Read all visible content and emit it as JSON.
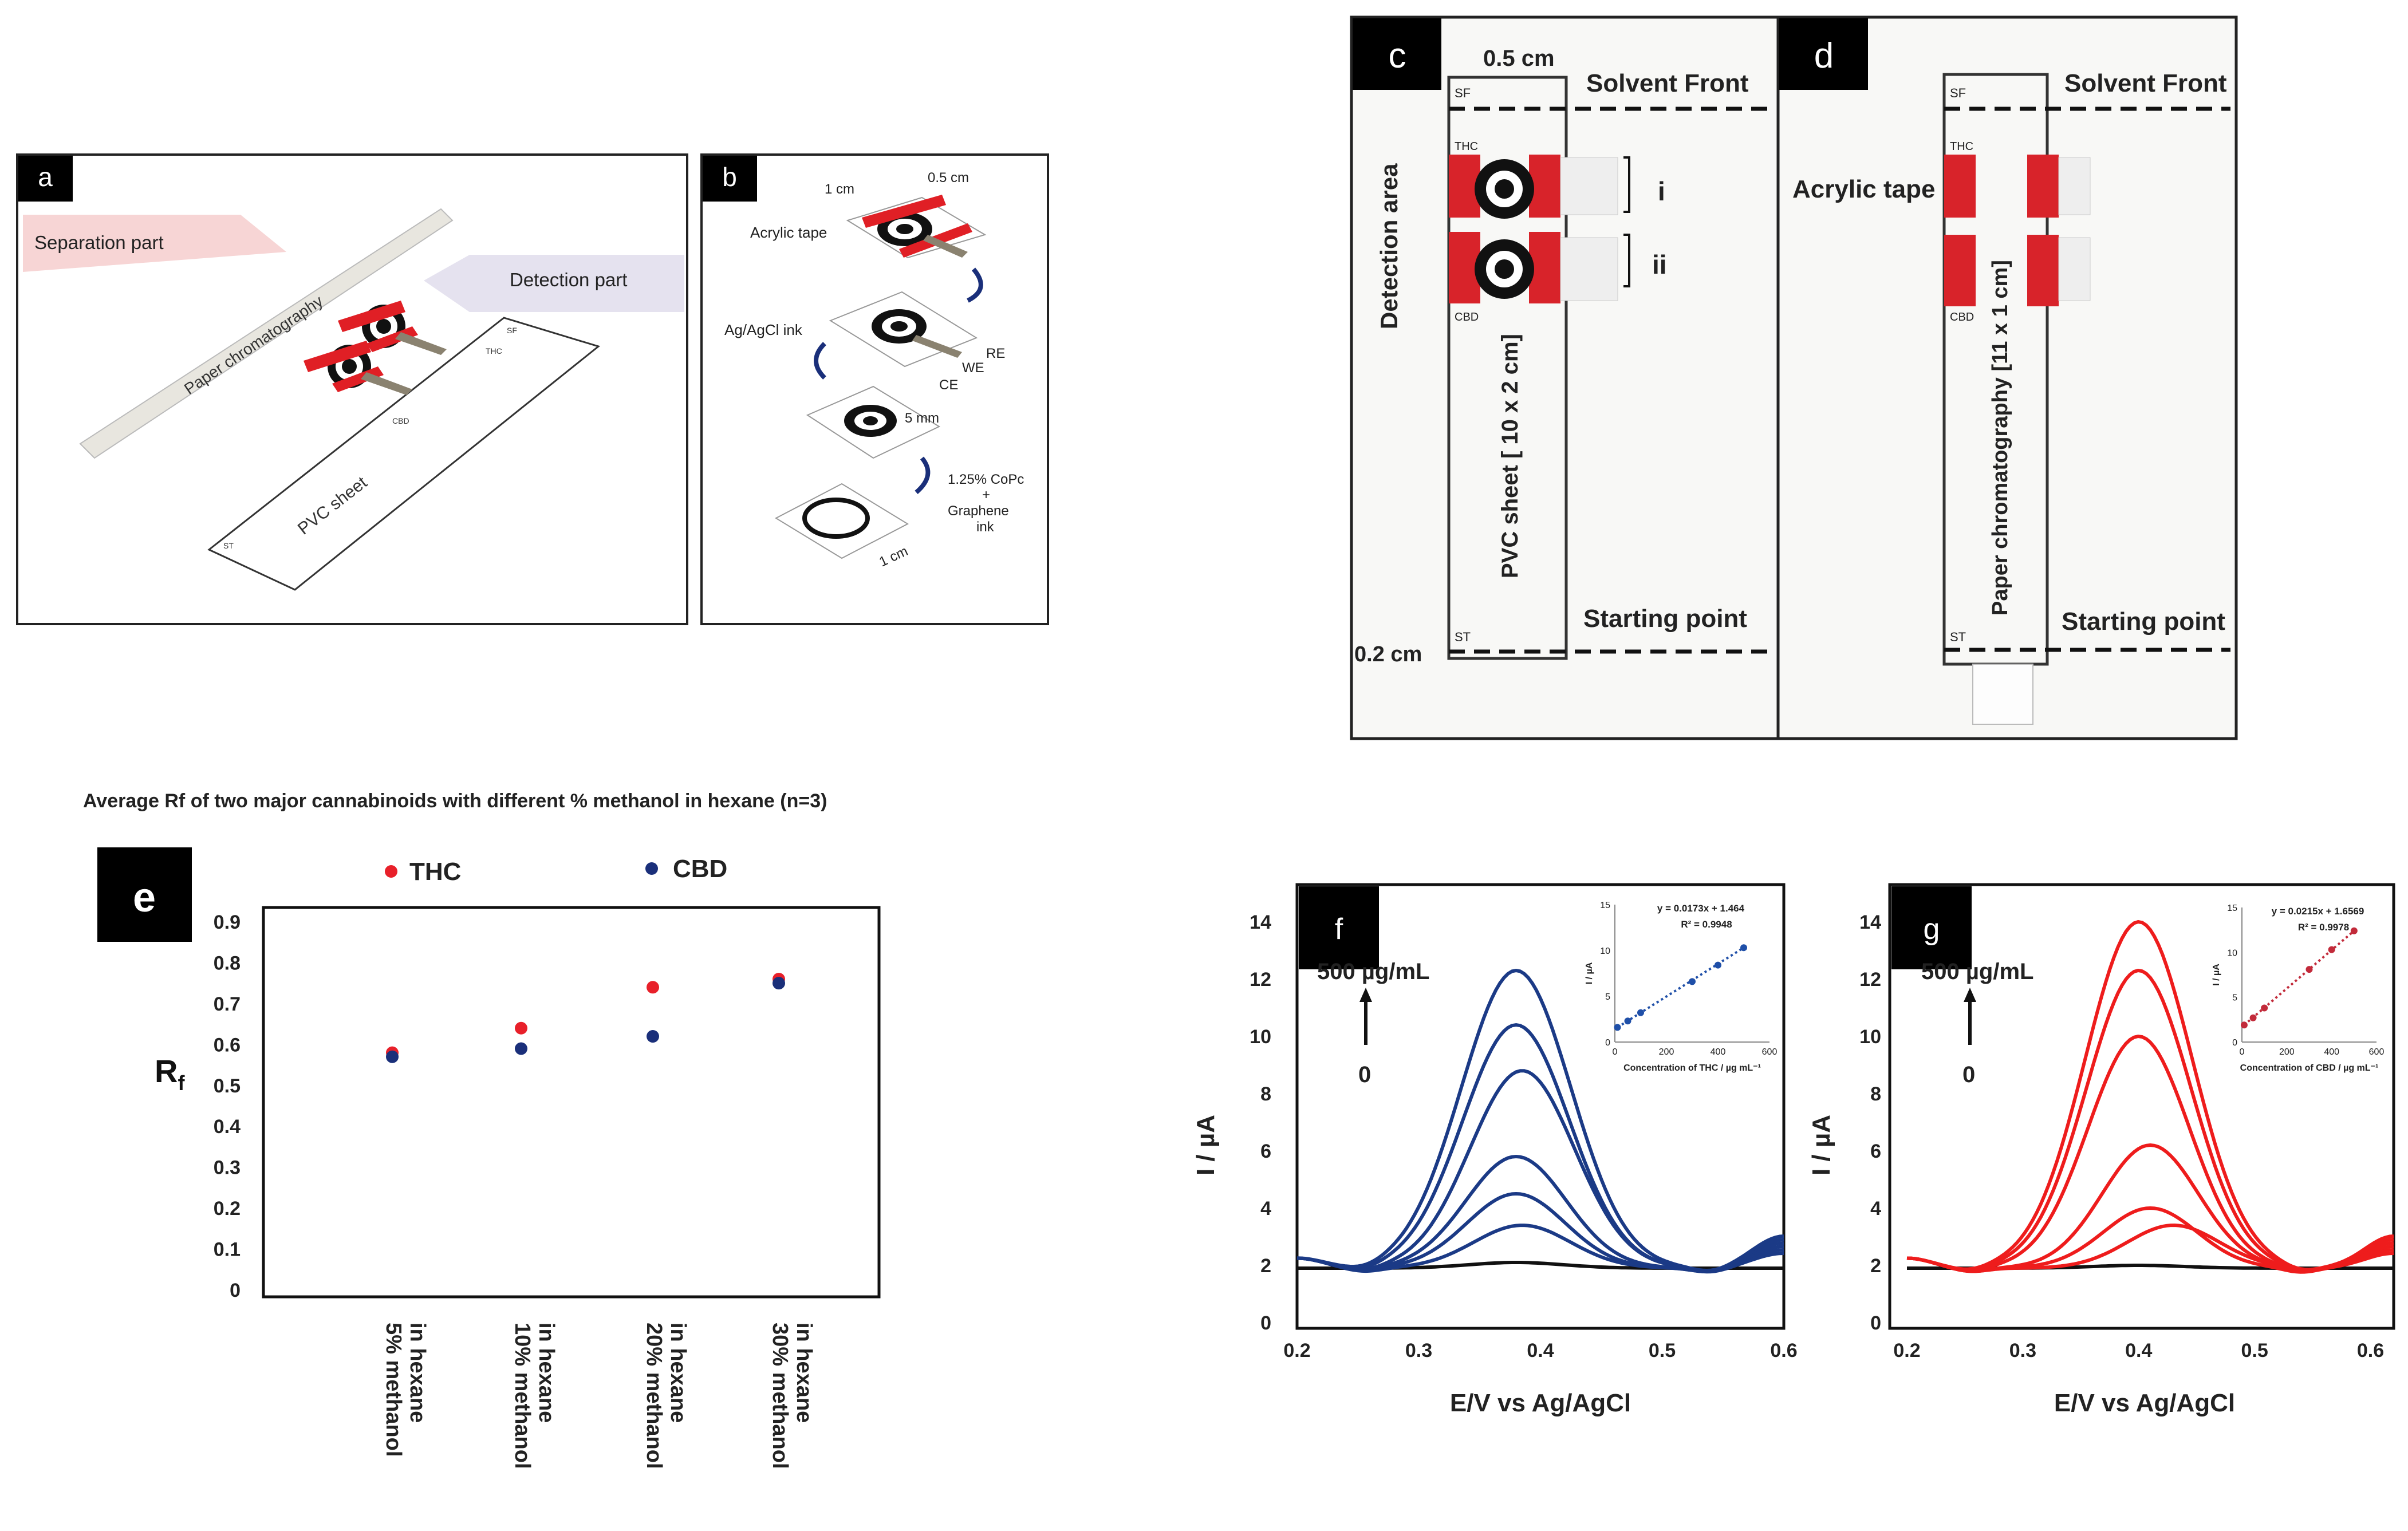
{
  "panels": {
    "a": {
      "letter": "a",
      "separation_label": "Separation part",
      "detection_label": "Detection part",
      "paper_label": "Paper chromatography",
      "pvc_label": "PVC sheet",
      "sf": "SF",
      "st": "ST",
      "thc": "THC",
      "cbd": "CBD"
    },
    "b": {
      "letter": "b",
      "dim_1cm": "1 cm",
      "dim_05cm": "0.5 cm",
      "acrylic_tape": "Acrylic tape",
      "agagcl_ink": "Ag/AgCl ink",
      "re": "RE",
      "we": "WE",
      "ce": "CE",
      "dim_5mm": "5 mm",
      "copc_line1": "1.25% CoPc",
      "copc_line2": "+",
      "copc_line3": "Graphene",
      "copc_line4": "ink",
      "dim_1cm_bottom": "1 cm"
    },
    "c": {
      "letter": "c",
      "width_label": "0.5 cm",
      "solvent_front": "Solvent Front",
      "starting_point": "Starting point",
      "offset_label": "0.2 cm",
      "detection_area": "Detection area",
      "sheet_label": "PVC  sheet [ 10 x 2 cm]",
      "roman_1": "i",
      "roman_2": "ii",
      "sf": "SF",
      "st": "ST",
      "thc": "THC",
      "cbd": "CBD"
    },
    "d": {
      "letter": "d",
      "solvent_front": "Solvent Front",
      "starting_point": "Starting point",
      "acrylic_tape": "Acrylic tape",
      "paper_label": "Paper chromatography  [11 x 1  cm]",
      "sf": "SF",
      "st": "ST",
      "thc": "THC",
      "cbd": "CBD"
    },
    "e": {
      "letter": "e",
      "title": "Average Rf of  two major cannabinoids with different  % methanol in hexane (n=3)",
      "ylabel_main": "R",
      "ylabel_sub": "f"
    },
    "f": {
      "letter": "f",
      "conc_label": "500 µg/mL",
      "zero_label": "0",
      "ylabel": "I / µA",
      "xlabel": "E/V vs Ag/AgCl",
      "inset_eq": "y = 0.0173x + 1.464",
      "inset_r2": "R² = 0.9948",
      "inset_xlabel": "Concentration of THC / µg mL⁻¹",
      "inset_ylabel": "I / µA"
    },
    "g": {
      "letter": "g",
      "conc_label": "500 µg/mL",
      "zero_label": "0",
      "ylabel": "I / µA",
      "xlabel": "E/V vs Ag/AgCl",
      "inset_eq": "y = 0.0215x + 1.6569",
      "inset_r2": "R² = 0.9978",
      "inset_xlabel": "Concentration of CBD / µg mL⁻¹",
      "inset_ylabel": "I / µA"
    }
  },
  "colors": {
    "thc": "#e8202a",
    "cbd": "#1a2f7a",
    "tape": "#d8232a",
    "panel_f_curves": "#1b3a86",
    "panel_g_curves": "#ee1c1c"
  },
  "chart_data": [
    {
      "type": "scatter",
      "title": "Average Rf of  two major cannabinoids with different  % methanol in hexane (n=3)",
      "ylabel": "Rf",
      "categories": [
        "5% methanol in hexane",
        "10% methanol in hexane",
        "20% methanol in hexane",
        "30% methanol in hexane"
      ],
      "yticks": [
        "0",
        "0.1",
        "0.2",
        "0.3",
        "0.4",
        "0.5",
        "0.6",
        "0.7",
        "0.8",
        "0.9"
      ],
      "ylim": [
        0,
        0.9
      ],
      "legend": "top",
      "series": [
        {
          "name": "THC",
          "values": [
            0.58,
            0.64,
            0.74,
            0.76
          ]
        },
        {
          "name": "CBD",
          "values": [
            0.57,
            0.59,
            0.62,
            0.75
          ]
        }
      ]
    },
    {
      "type": "line",
      "panel": "f",
      "xlabel": "E/V vs Ag/AgCl",
      "ylabel": "I / µA",
      "xlim": [
        0.2,
        0.6
      ],
      "ylim": [
        0,
        14
      ],
      "xticks": [
        "0.2",
        "0.3",
        "0.4",
        "0.5",
        "0.6"
      ],
      "yticks": [
        "0",
        "2",
        "4",
        "6",
        "8",
        "10",
        "12",
        "14"
      ],
      "baseline": 1.9,
      "series_peaks": [
        {
          "peak_x": 0.38,
          "peak_y": 2.1
        },
        {
          "peak_x": 0.385,
          "peak_y": 3.4
        },
        {
          "peak_x": 0.38,
          "peak_y": 4.5
        },
        {
          "peak_x": 0.38,
          "peak_y": 5.8
        },
        {
          "peak_x": 0.385,
          "peak_y": 8.8
        },
        {
          "peak_x": 0.38,
          "peak_y": 10.4
        },
        {
          "peak_x": 0.38,
          "peak_y": 12.3
        }
      ],
      "inset": {
        "xlabel": "Concentration of THC / µg mL⁻¹",
        "ylabel": "I / µA",
        "xticks": [
          "0",
          "200",
          "400",
          "600"
        ],
        "yticks": [
          "0",
          "5",
          "10",
          "15"
        ],
        "xlim": [
          0,
          600
        ],
        "ylim": [
          0,
          15
        ],
        "points": [
          [
            10,
            1.6
          ],
          [
            50,
            2.3
          ],
          [
            100,
            3.2
          ],
          [
            300,
            6.6
          ],
          [
            400,
            8.4
          ],
          [
            500,
            10.3
          ]
        ],
        "equation": "y = 0.0173x + 1.464",
        "r2": "R² = 0.9948"
      }
    },
    {
      "type": "line",
      "panel": "g",
      "xlabel": "E/V vs Ag/AgCl",
      "ylabel": "I / µA",
      "xlim": [
        0.2,
        0.62
      ],
      "ylim": [
        0,
        14
      ],
      "xticks": [
        "0.2",
        "0.3",
        "0.4",
        "0.5",
        "0.6"
      ],
      "yticks": [
        "0",
        "2",
        "4",
        "6",
        "8",
        "10",
        "12",
        "14"
      ],
      "baseline": 1.9,
      "series_peaks": [
        {
          "peak_x": 0.4,
          "peak_y": 2.0
        },
        {
          "peak_x": 0.43,
          "peak_y": 3.4
        },
        {
          "peak_x": 0.41,
          "peak_y": 4.0
        },
        {
          "peak_x": 0.41,
          "peak_y": 6.2
        },
        {
          "peak_x": 0.4,
          "peak_y": 10.0
        },
        {
          "peak_x": 0.4,
          "peak_y": 12.3
        },
        {
          "peak_x": 0.4,
          "peak_y": 14.0
        }
      ],
      "inset": {
        "xlabel": "Concentration of CBD / µg mL⁻¹",
        "ylabel": "I / µA",
        "xticks": [
          "0",
          "200",
          "400",
          "600"
        ],
        "yticks": [
          "0",
          "5",
          "10",
          "15"
        ],
        "xlim": [
          0,
          600
        ],
        "ylim": [
          0,
          15
        ],
        "points": [
          [
            10,
            1.9
          ],
          [
            50,
            2.7
          ],
          [
            100,
            3.8
          ],
          [
            300,
            8.1
          ],
          [
            400,
            10.3
          ],
          [
            500,
            12.4
          ]
        ],
        "equation": "y = 0.0215x + 1.6569",
        "r2": "R² = 0.9978"
      }
    }
  ]
}
